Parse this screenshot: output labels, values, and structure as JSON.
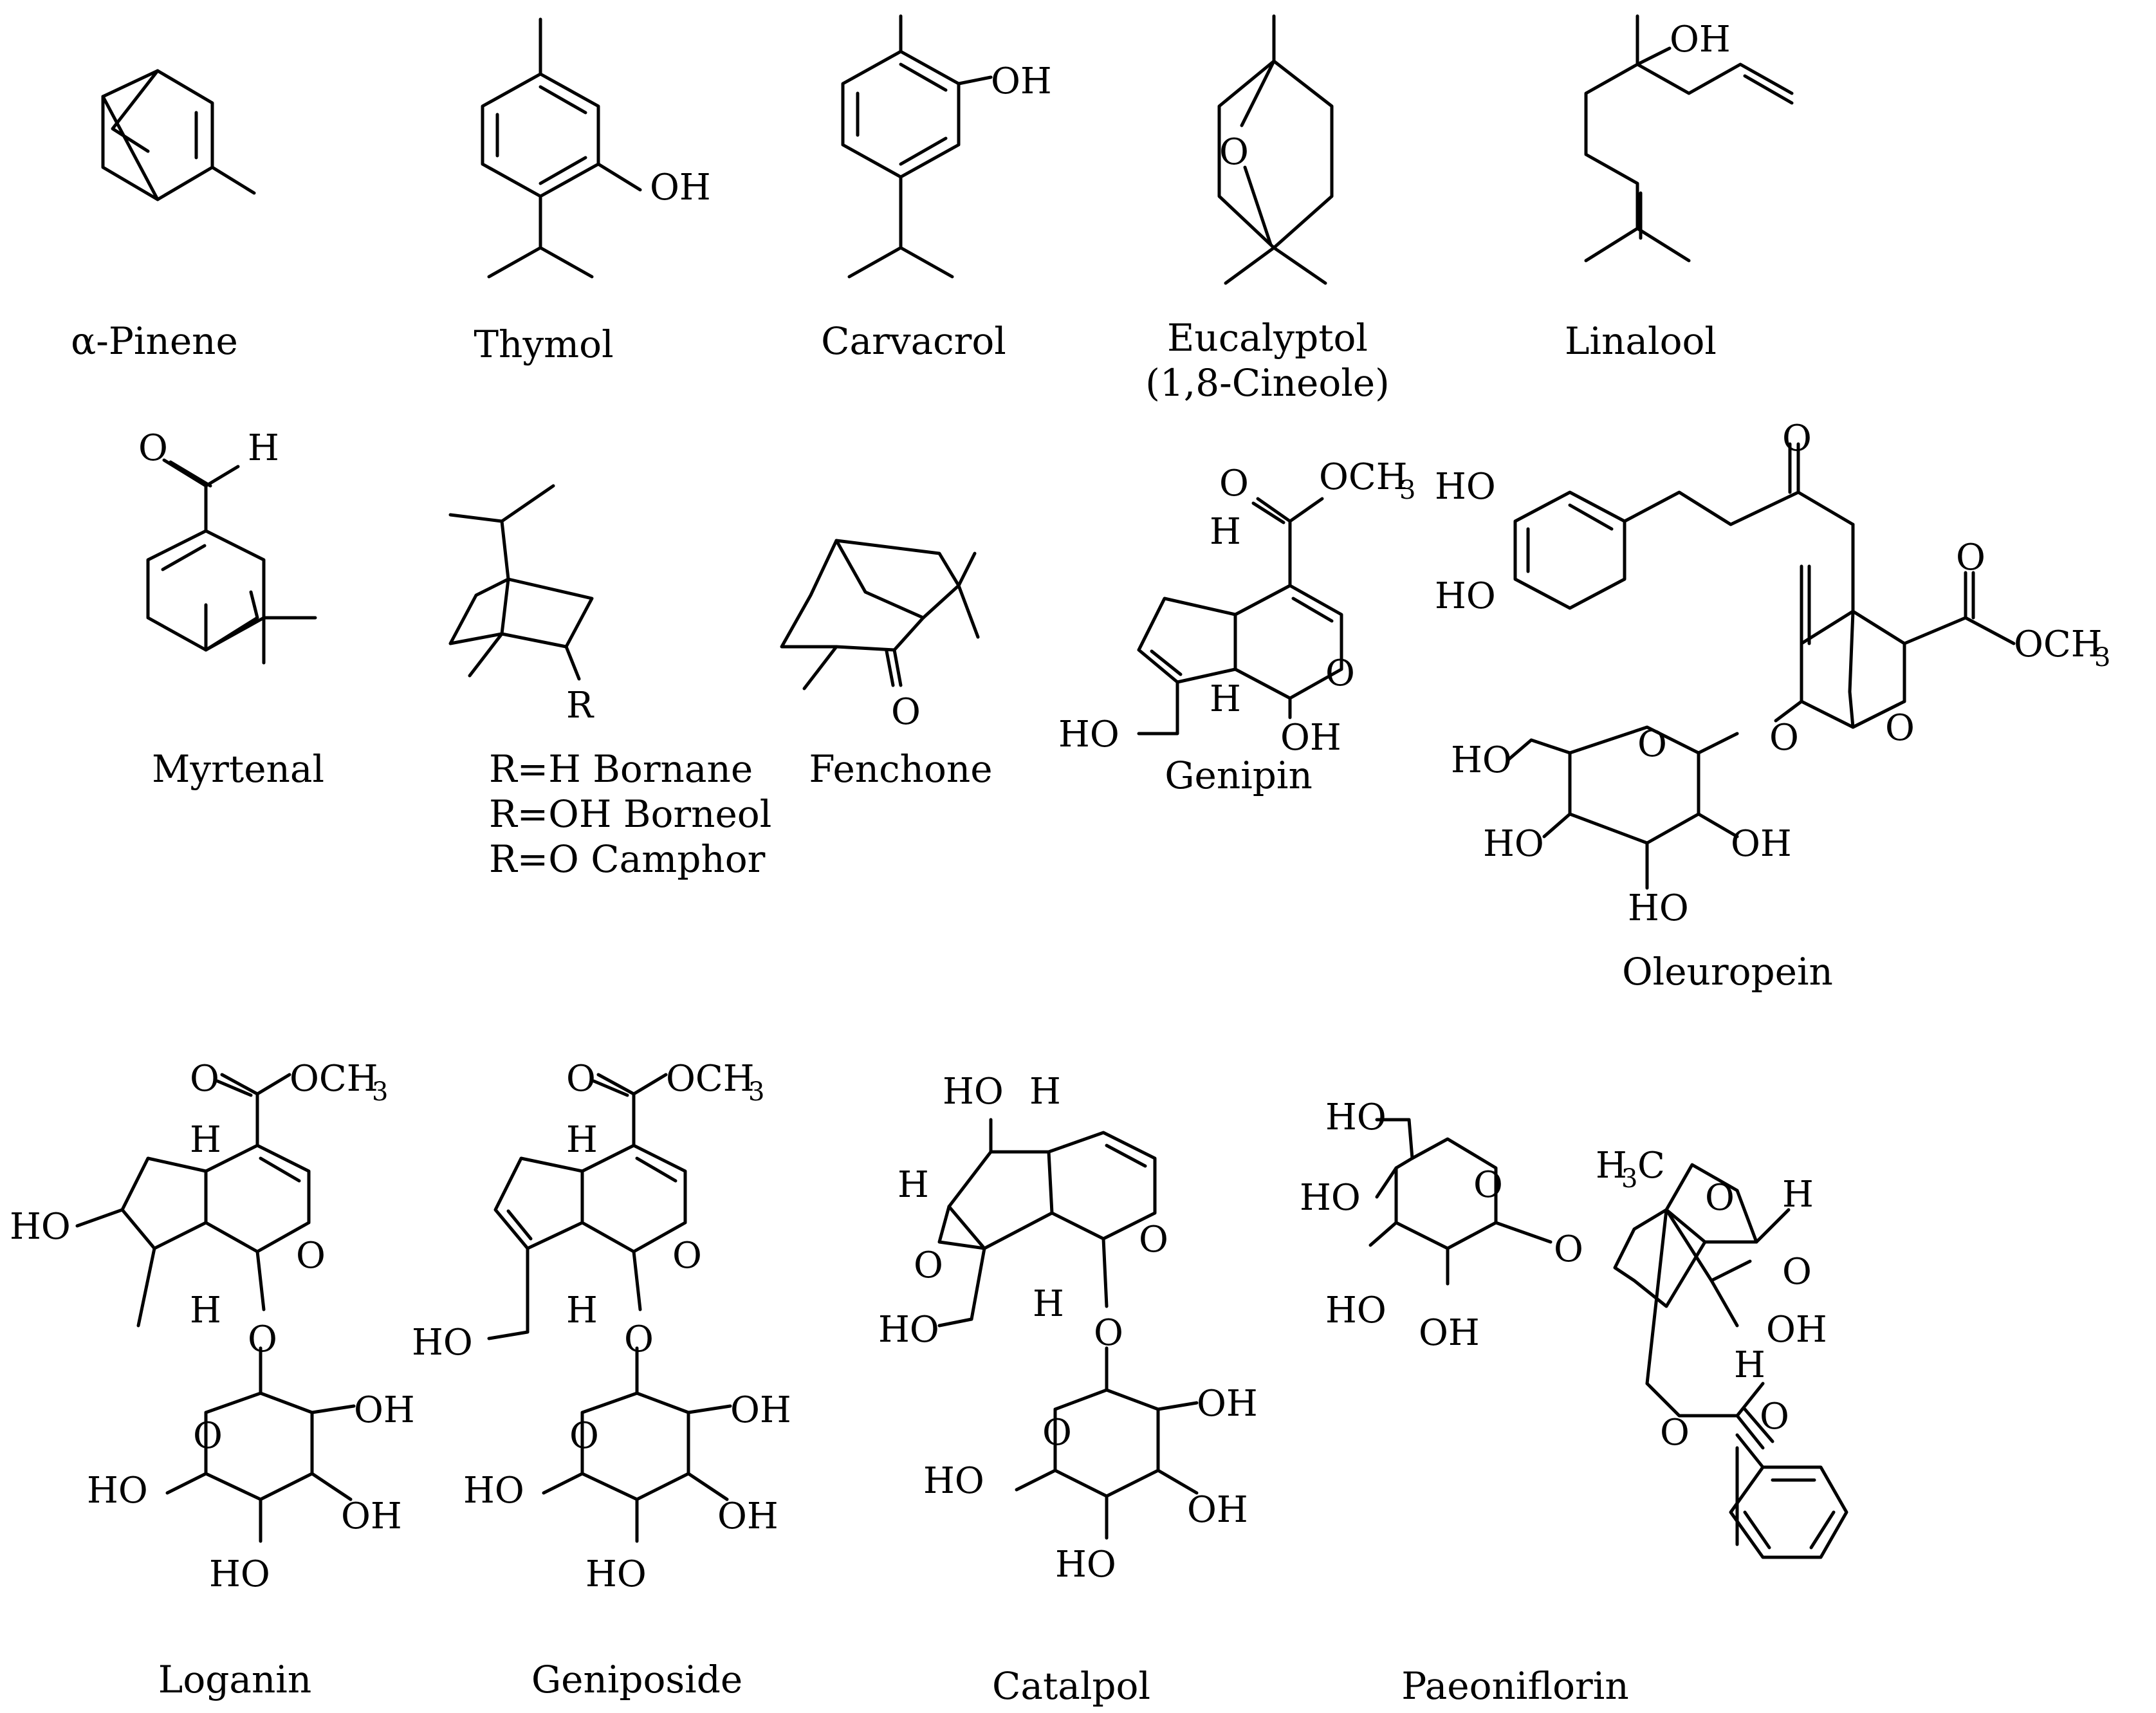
{
  "compounds": [
    {
      "id": "a-pinene",
      "name": "α-Pinene"
    },
    {
      "id": "thymol",
      "name": "Thymol"
    },
    {
      "id": "carvacrol",
      "name": "Carvacrol"
    },
    {
      "id": "eucalyptol",
      "name": "Eucalyptol",
      "subname": "(1,8-Cineole)"
    },
    {
      "id": "linalool",
      "name": "Linalool"
    },
    {
      "id": "myrtenal",
      "name": "Myrtenal"
    },
    {
      "id": "bornane",
      "name": "R=H Bornane",
      "name2": "R=OH Borneol",
      "name3": "R=O Camphor"
    },
    {
      "id": "fenchone",
      "name": "Fenchone"
    },
    {
      "id": "genipin",
      "name": "Genipin"
    },
    {
      "id": "oleuropein",
      "name": "Oleuropein"
    },
    {
      "id": "loganin",
      "name": "Loganin"
    },
    {
      "id": "geniposide",
      "name": "Geniposide"
    },
    {
      "id": "catalpol",
      "name": "Catalpol"
    },
    {
      "id": "paeoniflorin",
      "name": "Paeoniflorin"
    }
  ],
  "atoms": {
    "OH": "OH",
    "HO": "HO",
    "O": "O",
    "H": "H",
    "R": "R",
    "OCH": "OCH",
    "sub3": "3",
    "C": "C"
  }
}
